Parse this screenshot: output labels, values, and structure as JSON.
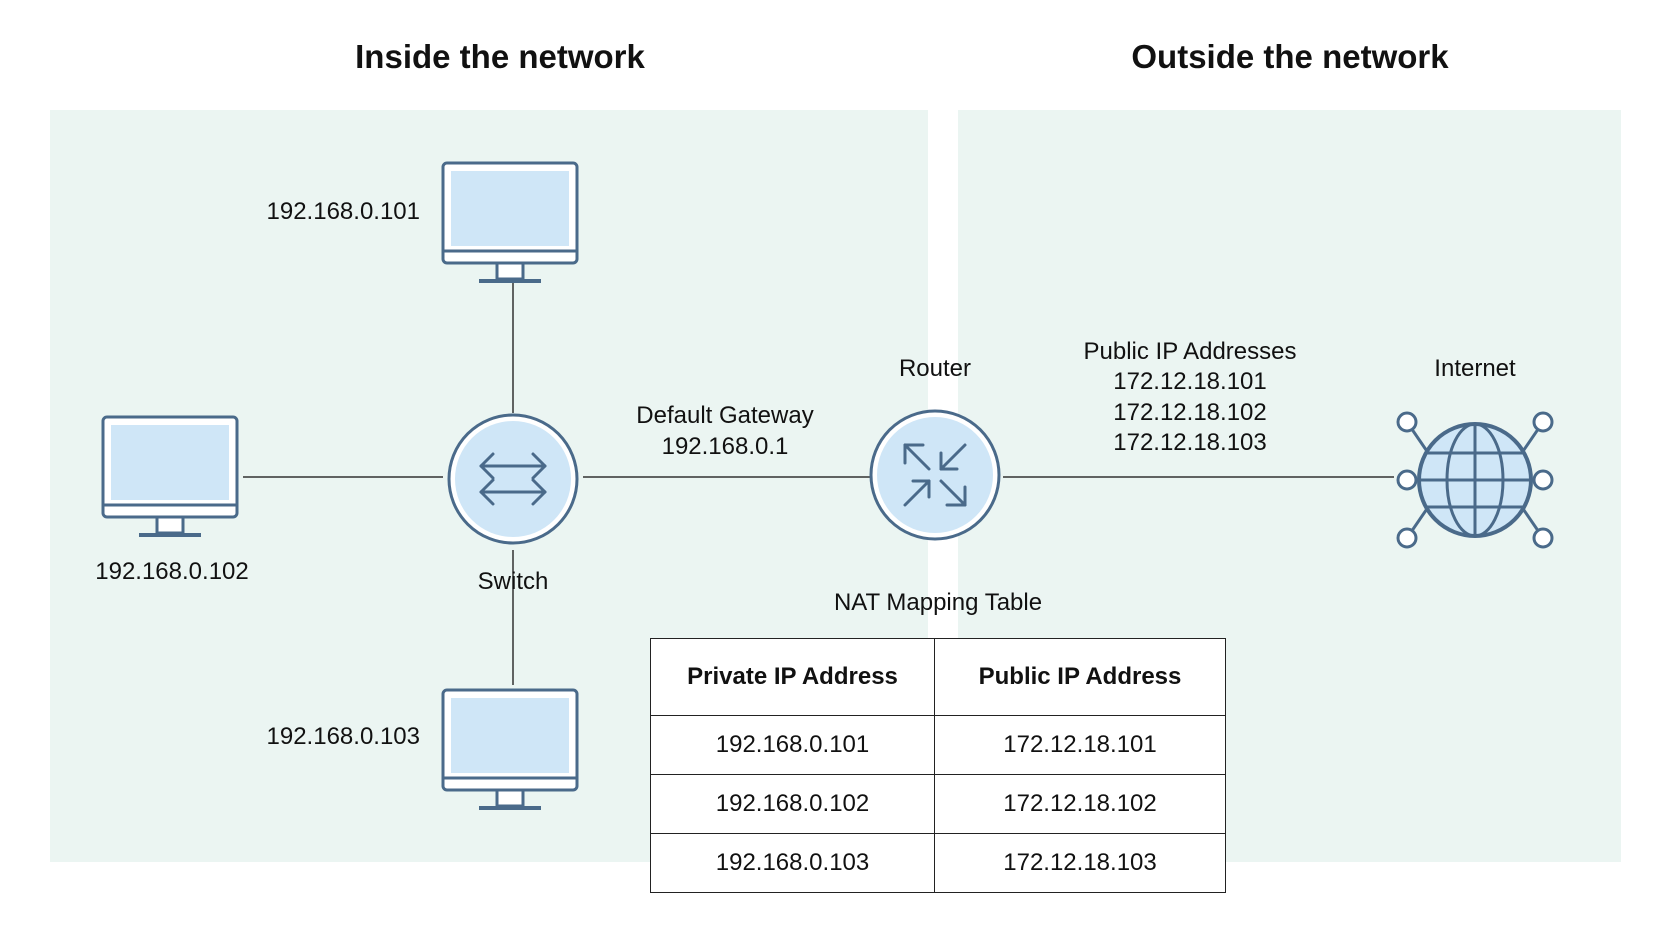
{
  "headings": {
    "inside": "Inside the network",
    "outside": "Outside the network"
  },
  "devices": {
    "pc1": {
      "ip": "192.168.0.101",
      "icon": "monitor-icon"
    },
    "pc2": {
      "ip": "192.168.0.102",
      "icon": "monitor-icon"
    },
    "pc3": {
      "ip": "192.168.0.103",
      "icon": "monitor-icon"
    },
    "switch": {
      "label": "Switch",
      "icon": "switch-arrows-icon"
    },
    "router": {
      "label": "Router",
      "icon": "router-arrows-icon"
    },
    "internet": {
      "label": "Internet",
      "icon": "globe-network-icon"
    }
  },
  "gateway": {
    "title": "Default Gateway",
    "ip": "192.168.0.1"
  },
  "public_ips": {
    "title": "Public IP Addresses",
    "list": [
      "172.12.18.101",
      "172.12.18.102",
      "172.12.18.103"
    ]
  },
  "nat_table": {
    "title": "NAT Mapping Table",
    "headers": [
      "Private IP Address",
      "Public IP Address"
    ],
    "rows": [
      [
        "192.168.0.101",
        "172.12.18.101"
      ],
      [
        "192.168.0.102",
        "172.12.18.102"
      ],
      [
        "192.168.0.103",
        "172.12.18.103"
      ]
    ]
  },
  "colors": {
    "region_fill": "#ebf5f2",
    "device_stroke": "#4a6a8a",
    "device_fill": "#cfe6f7",
    "line": "#333333"
  }
}
